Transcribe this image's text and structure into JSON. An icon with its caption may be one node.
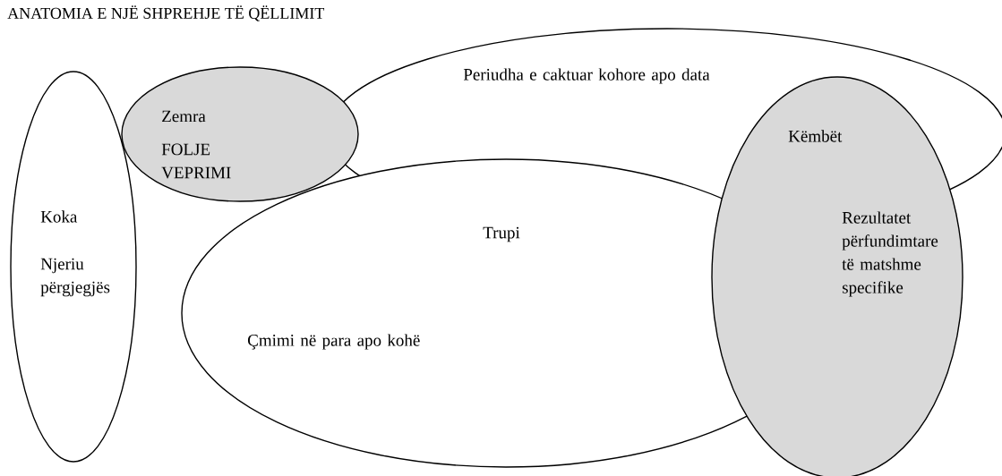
{
  "diagram": {
    "title": "ANATOMIA E NJË SHPREHJE TË QËLLIMIT",
    "nodes": [
      {
        "text": [
          "Koka",
          "Njeriu përgjegjës"
        ]
      },
      {
        "text": [
          "Zemra",
          "FOLJE VEPRIMI"
        ]
      },
      {
        "text": [
          "Periudha e caktuar kohore apo data"
        ]
      },
      {
        "text": [
          "Trupi",
          "Çmimi në para apo kohë"
        ]
      },
      {
        "text": [
          "Këmbët",
          "Rezultatet përfundimtare të matshme specifike"
        ]
      }
    ],
    "edges": []
  }
}
